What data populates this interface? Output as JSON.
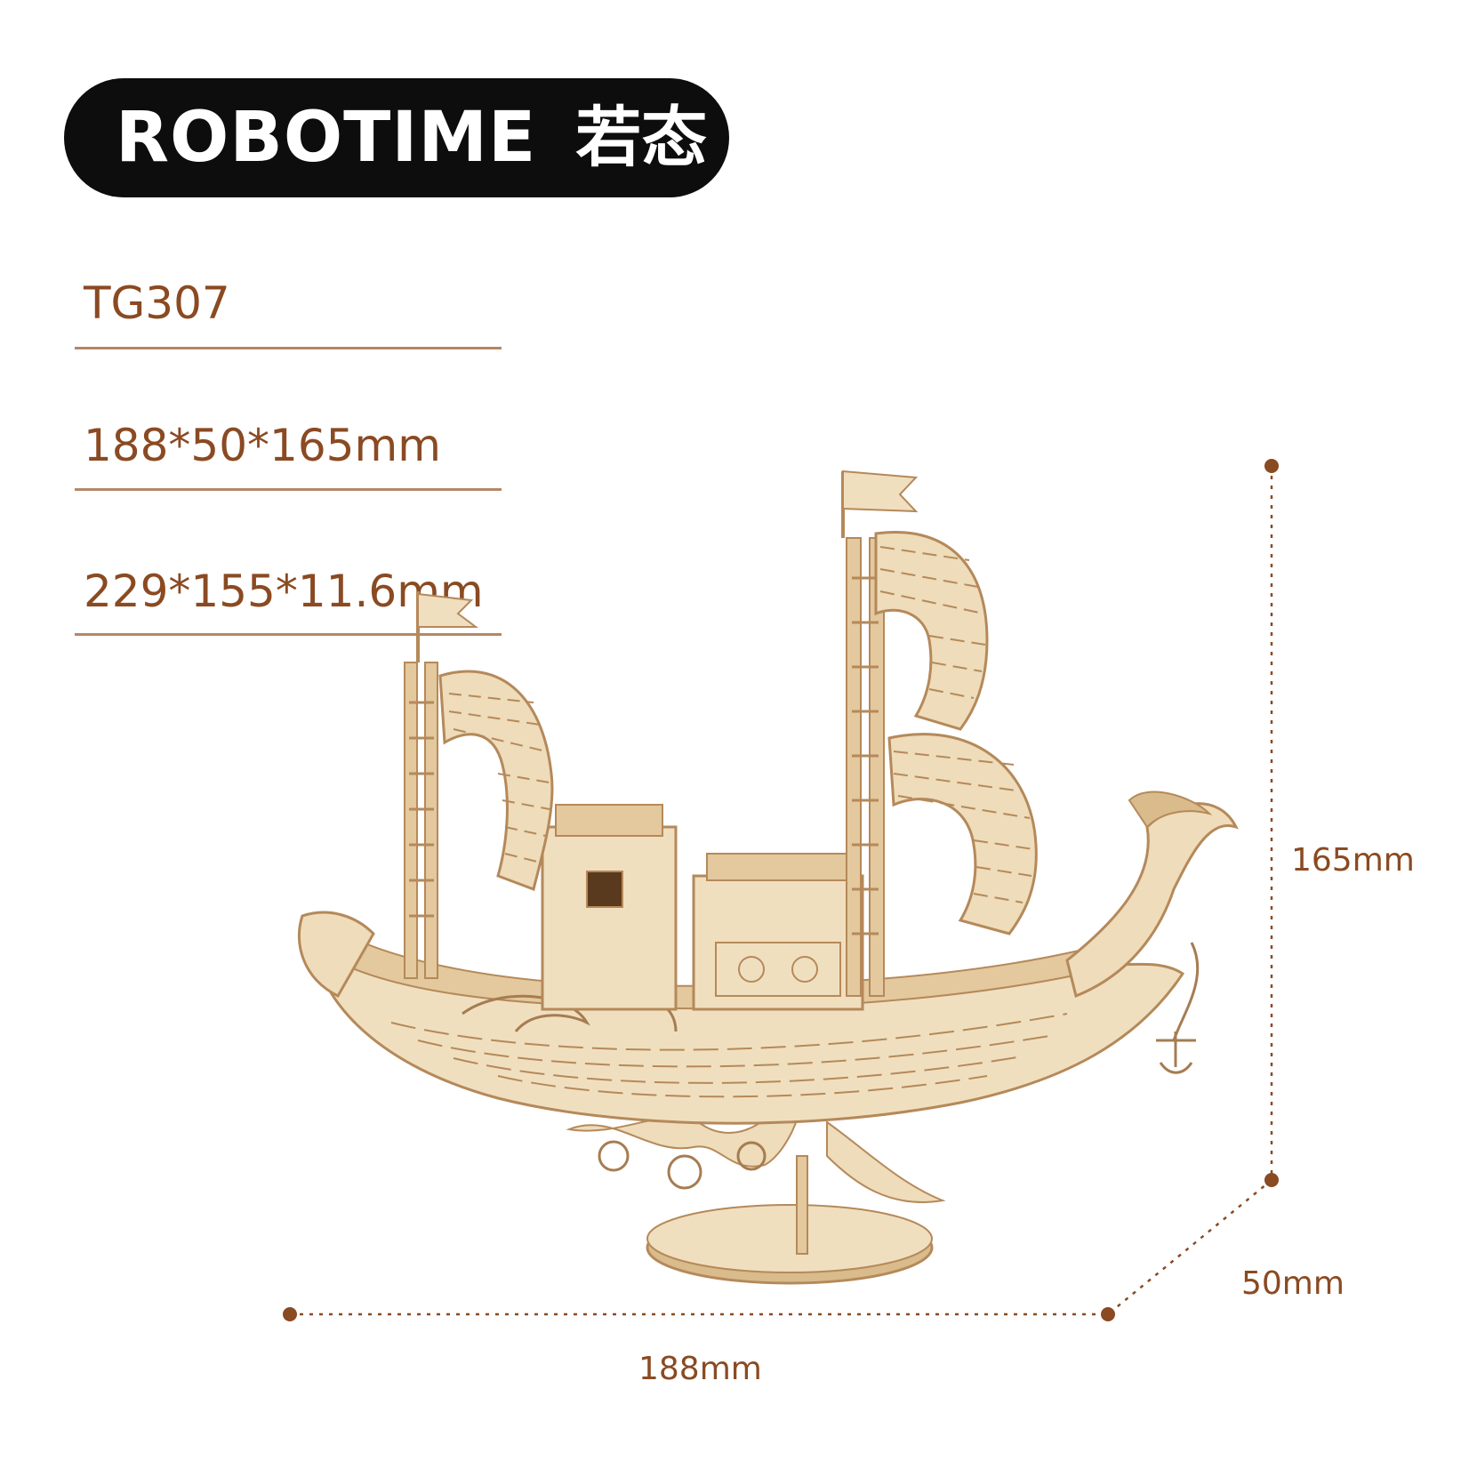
{
  "brand": {
    "name": "ROBOTIME",
    "name_cn": "若态"
  },
  "specs": {
    "model": "TG307",
    "assembled_size": "188*50*165mm",
    "sheet_size": "229*155*11.6mm"
  },
  "dimensions": {
    "height": "165mm",
    "depth": "50mm",
    "width": "188mm"
  },
  "colors": {
    "accent": "#8a4a22",
    "divider": "#b48766",
    "wood_light": "#f0dfbf",
    "wood_mid": "#e3c99d",
    "wood_dark": "#b5895a",
    "pill": "#0d0d0d"
  },
  "image": {
    "subject": "wooden-sailing-ship-model-icon"
  }
}
